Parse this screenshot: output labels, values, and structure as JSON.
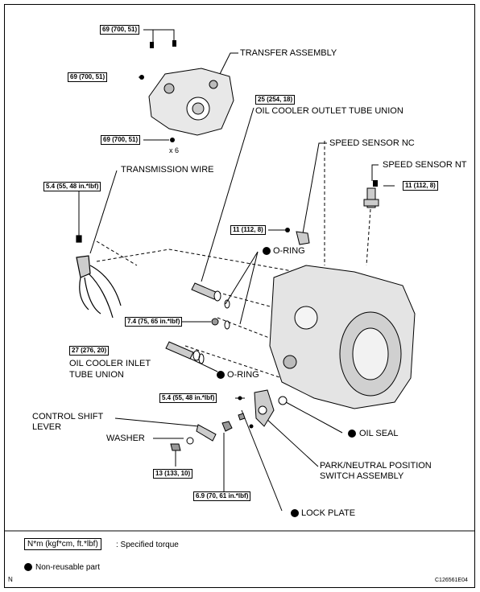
{
  "torques": {
    "t1": "69 (700, 51)",
    "t2": "69 (700, 51)",
    "t3": "69 (700, 51)",
    "t4": "25 (254, 18)",
    "t5": "5.4 (55, 48 in.*lbf)",
    "t6": "11 (112, 8)",
    "t7": "11 (112, 8)",
    "t8": "7.4 (75, 65 in.*lbf)",
    "t9": "27 (276, 20)",
    "t10": "5.4 (55, 48 in.*lbf)",
    "t11": "13 (133, 10)",
    "t12": "6.9 (70, 61 in.*lbf)"
  },
  "labels": {
    "transfer_assembly": "TRANSFER ASSEMBLY",
    "oil_cooler_outlet": "OIL COOLER OUTLET TUBE UNION",
    "speed_sensor_nc": "SPEED SENSOR NC",
    "speed_sensor_nt": "SPEED SENSOR NT",
    "transmission_wire": "TRANSMISSION WIRE",
    "o_ring_1": "O-RING",
    "o_ring_2": "O-RING",
    "oil_cooler_inlet_1": "OIL COOLER INLET",
    "oil_cooler_inlet_2": "TUBE UNION",
    "control_shift_1": "CONTROL SHIFT",
    "control_shift_2": "LEVER",
    "washer": "WASHER",
    "oil_seal": "OIL SEAL",
    "park_neutral_1": "PARK/NEUTRAL POSITION",
    "park_neutral_2": "SWITCH ASSEMBLY",
    "lock_plate": "LOCK PLATE",
    "x6": "x 6"
  },
  "legend": {
    "torque_box": "N*m (kgf*cm, ft.*lbf)",
    "torque_text": ": Specified torque",
    "nonreusable": "Non-reusable part"
  },
  "footer": {
    "n": "N",
    "code": "C126561E04"
  }
}
